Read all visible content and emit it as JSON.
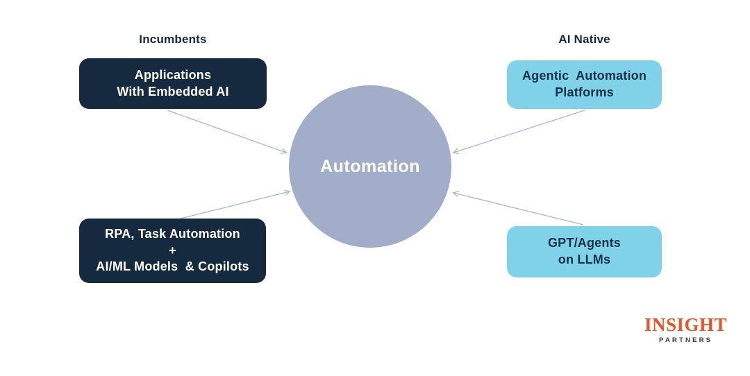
{
  "headings": {
    "left": "Incumbents",
    "right": "AI Native"
  },
  "center": {
    "label": "Automation"
  },
  "boxes": {
    "top_left": {
      "lines": [
        "Applications",
        "With Embedded AI"
      ]
    },
    "top_right": {
      "lines": [
        "Agentic  Automation",
        "Platforms"
      ]
    },
    "bottom_left": {
      "lines": [
        "RPA, Task Automation",
        "+",
        "AI/ML Models  & Copilots"
      ]
    },
    "bottom_right": {
      "lines": [
        "GPT/Agents",
        "on LLMs"
      ]
    }
  },
  "logo": {
    "name": "INSIGHT",
    "subtitle": "PARTNERS"
  },
  "colors": {
    "navy": "#152a3e",
    "light_blue": "#7fd2e8",
    "circle_fill": "#a2adc9",
    "arrow": "#a9b4d6",
    "logo_orange": "#f05023",
    "logo_gray": "#3a3a3a",
    "box_text_light": "#ffffff",
    "box_text_dark": "#17304a",
    "background": "#ffffff"
  }
}
